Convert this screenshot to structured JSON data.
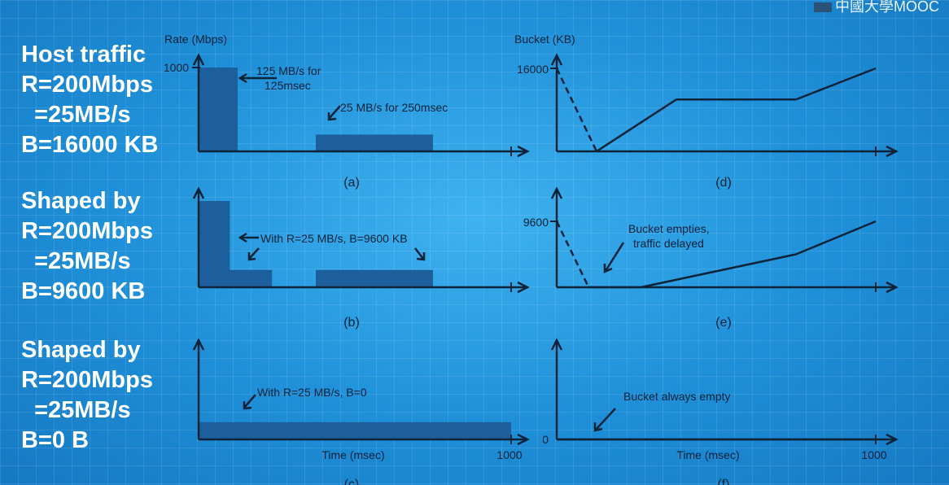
{
  "side_text": {
    "a": {
      "line1": "Host traffic",
      "line2": "R=200Mbps",
      "line3": "  =25MB/s",
      "line4": "B=16000 KB"
    },
    "b": {
      "line1": "Shaped by",
      "line2": "R=200Mbps",
      "line3": "  =25MB/s",
      "line4": "B=9600 KB"
    },
    "c": {
      "line1": "Shaped by",
      "line2": "R=200Mbps",
      "line3": "  =25MB/s",
      "line4": "B=0 B"
    }
  },
  "watermark": "中國大學MOOC",
  "left_axis_title": "Rate (Mbps)",
  "right_axis_title": "Bucket (KB)",
  "panel_a": {
    "ytick": "1000",
    "note1_line1": "125 MB/s for",
    "note1_line2": "125msec",
    "note2": "25 MB/s for 250msec",
    "caption": "(a)"
  },
  "panel_b": {
    "note": "With R=25 MB/s, B=9600 KB",
    "caption": "(b)"
  },
  "panel_c": {
    "note": "With R=25 MB/s, B=0",
    "xlabel": "Time (msec)",
    "xtick_end": "1000",
    "caption": "(c)"
  },
  "panel_d": {
    "ytick": "16000",
    "caption": "(d)"
  },
  "panel_e": {
    "ytick": "9600",
    "note_line1": "Bucket empties,",
    "note_line2": "traffic delayed",
    "caption": "(e)"
  },
  "panel_f": {
    "ytick": "0",
    "note": "Bucket always empty",
    "xlabel": "Time (msec)",
    "xtick_end": "1000",
    "caption": "(f)"
  },
  "colors": {
    "background": "#1f8fd6",
    "bar_fill": "#1c5f9c",
    "ink": "#0e2238",
    "side_text": "#ffffff"
  },
  "chart_data": [
    {
      "panel": "a",
      "type": "area",
      "xlabel": "",
      "ylabel": "Rate (Mbps)",
      "xlim": [
        0,
        1000
      ],
      "ylim": [
        0,
        1000
      ],
      "series": [
        {
          "x": [
            0,
            0,
            125,
            125,
            375,
            375,
            750,
            750
          ],
          "y": [
            0,
            1000,
            1000,
            0,
            0,
            200,
            200,
            0
          ]
        }
      ]
    },
    {
      "panel": "b",
      "type": "area",
      "xlabel": "",
      "ylabel": "",
      "xlim": [
        0,
        1000
      ],
      "ylim": [
        0,
        1000
      ],
      "series": [
        {
          "x": [
            0,
            0,
            100,
            100,
            235,
            235,
            375,
            375,
            750,
            750
          ],
          "y": [
            0,
            1000,
            1000,
            200,
            200,
            0,
            0,
            200,
            200,
            0
          ]
        }
      ]
    },
    {
      "panel": "c",
      "type": "area",
      "xlabel": "Time (msec)",
      "ylabel": "",
      "xlim": [
        0,
        1000
      ],
      "ylim": [
        0,
        1000
      ],
      "series": [
        {
          "x": [
            0,
            0,
            1000,
            1000
          ],
          "y": [
            0,
            200,
            200,
            0
          ]
        }
      ]
    },
    {
      "panel": "d",
      "type": "line",
      "xlabel": "",
      "ylabel": "Bucket (KB)",
      "xlim": [
        0,
        1000
      ],
      "ylim": [
        0,
        16000
      ],
      "series": [
        {
          "x": [
            0,
            125,
            375,
            750,
            1000
          ],
          "y": [
            16000,
            0,
            10000,
            10000,
            16000
          ],
          "dashed_until_x": 125
        }
      ]
    },
    {
      "panel": "e",
      "type": "line",
      "xlabel": "",
      "ylabel": "",
      "xlim": [
        0,
        1000
      ],
      "ylim": [
        0,
        9600
      ],
      "series": [
        {
          "x": [
            0,
            100,
            264,
            750,
            1000
          ],
          "y": [
            9600,
            0,
            0,
            4800,
            9600
          ],
          "dashed_until_x": 100
        }
      ]
    },
    {
      "panel": "f",
      "type": "line",
      "xlabel": "Time (msec)",
      "ylabel": "",
      "xlim": [
        0,
        1000
      ],
      "ylim": [
        0,
        1000
      ],
      "series": [
        {
          "x": [
            0,
            1000
          ],
          "y": [
            0,
            0
          ]
        }
      ]
    }
  ]
}
